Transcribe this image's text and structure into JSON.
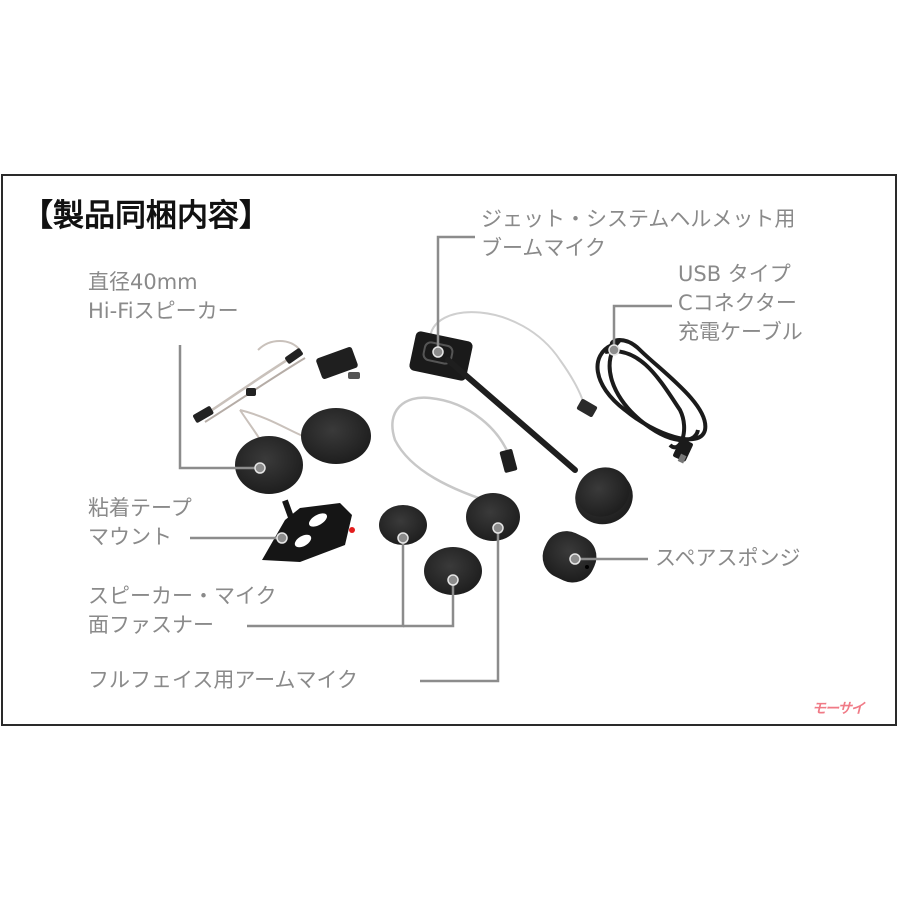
{
  "title": "【製品同梱内容】",
  "accent_colors": {
    "frame": "#2a2a2a",
    "label_text": "#8a8a8a",
    "leader_line": "#8c8c8c",
    "foam": "#2b2b2b",
    "watermark": "#f07a86"
  },
  "labels": {
    "speaker": {
      "line1": "直径40mm",
      "line2": "Hi-Fiスピーカー"
    },
    "boom_mic": {
      "line1": "ジェット・システムヘルメット用",
      "line2": "ブームマイク"
    },
    "usb_cable": {
      "line1": "USB タイプ",
      "line2": "Cコネクター",
      "line3": "充電ケーブル"
    },
    "adhesive_mount": {
      "line1": "粘着テープ",
      "line2": "マウント"
    },
    "hook_loop": {
      "line1": "スピーカー・マイク",
      "line2": "面ファスナー"
    },
    "full_face_mic": {
      "line1": "フルフェイス用アームマイク"
    },
    "spare_sponge": {
      "line1": "スペアスポンジ"
    }
  },
  "items": [
    {
      "id": "speaker",
      "icon": "speaker-pair-icon"
    },
    {
      "id": "boom_mic",
      "icon": "boom-mic-icon"
    },
    {
      "id": "usb_cable",
      "icon": "coiled-cable-icon"
    },
    {
      "id": "adhesive_mount",
      "icon": "mount-plate-icon"
    },
    {
      "id": "hook_loop",
      "icon": "velcro-disc-icon"
    },
    {
      "id": "full_face_mic",
      "icon": "arm-mic-icon"
    },
    {
      "id": "spare_sponge",
      "icon": "foam-cover-icon"
    }
  ],
  "watermark": "モーサイ"
}
